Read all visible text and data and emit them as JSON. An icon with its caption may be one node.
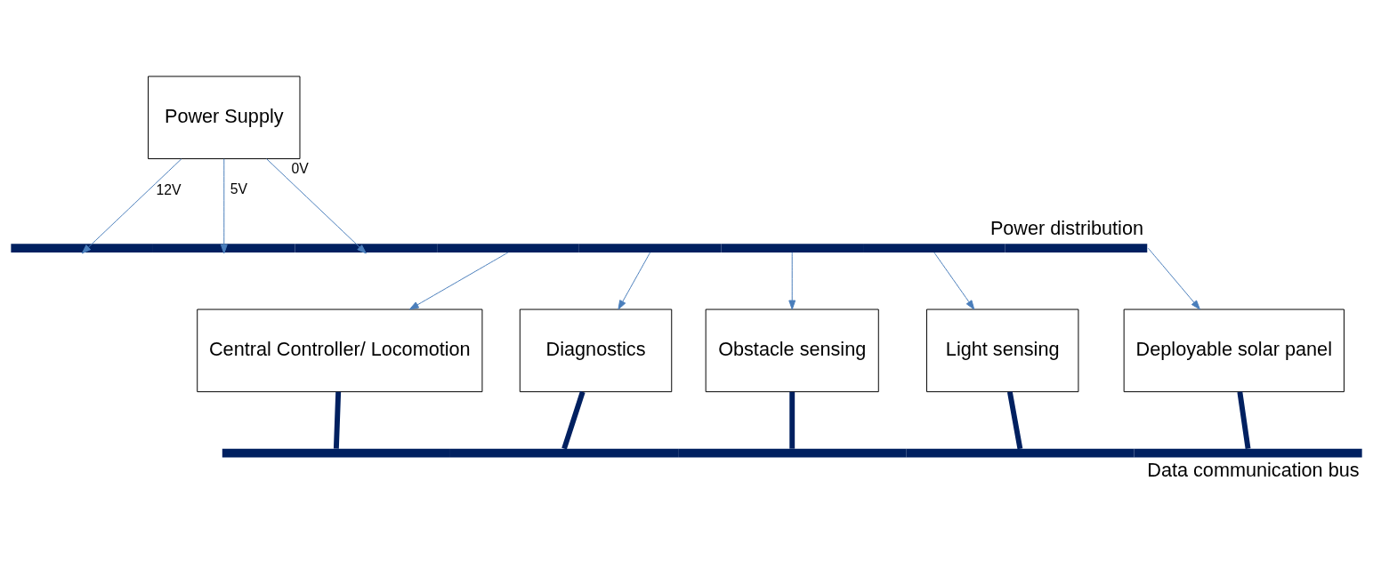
{
  "diagram": {
    "nodes": [
      {
        "text": [
          "Power Supply"
        ]
      },
      {
        "text": [],
        "shape": "bar",
        "beside": [
          "Power distribution"
        ]
      },
      {
        "text": [
          "Central Controller/ Locomotion"
        ]
      },
      {
        "text": [
          "Diagnostics"
        ]
      },
      {
        "text": [
          "Obstacle sensing"
        ]
      },
      {
        "text": [
          "Light sensing"
        ]
      },
      {
        "text": [
          "Deployable solar panel"
        ]
      },
      {
        "text": [],
        "shape": "bar",
        "beside": [
          "Data communication bus"
        ]
      }
    ],
    "edges": [
      {
        "from": 0,
        "to": 1,
        "arrow": "to",
        "label": "12V"
      },
      {
        "from": 0,
        "to": 1,
        "arrow": "to",
        "label": "5V"
      },
      {
        "from": 0,
        "to": 1,
        "arrow": "to",
        "label": "0V"
      },
      {
        "from": 1,
        "to": 2,
        "arrow": "to"
      },
      {
        "from": 1,
        "to": 3,
        "arrow": "to"
      },
      {
        "from": 1,
        "to": 4,
        "arrow": "to"
      },
      {
        "from": 1,
        "to": 5,
        "arrow": "to"
      },
      {
        "from": 1,
        "to": 6,
        "arrow": "to"
      },
      {
        "from": 2,
        "to": 7,
        "arrow": "none",
        "style": "thick",
        "color": "#002060"
      },
      {
        "from": 3,
        "to": 7,
        "arrow": "none",
        "style": "thick",
        "color": "#002060"
      },
      {
        "from": 4,
        "to": 7,
        "arrow": "none",
        "style": "thick",
        "color": "#002060"
      },
      {
        "from": 5,
        "to": 7,
        "arrow": "none",
        "style": "thick",
        "color": "#002060"
      },
      {
        "from": 6,
        "to": 7,
        "arrow": "none",
        "style": "thick",
        "color": "#002060"
      }
    ]
  }
}
